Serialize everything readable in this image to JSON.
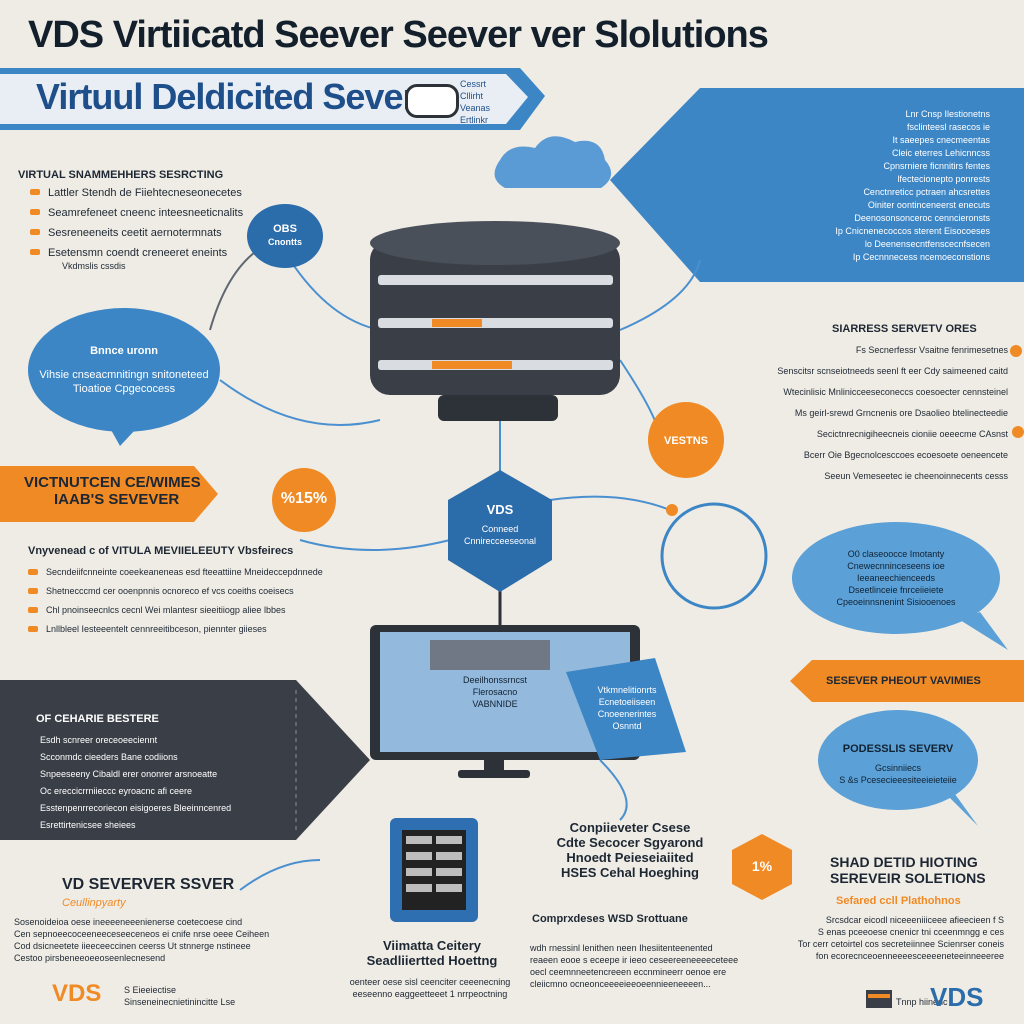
{
  "header": {
    "title": "VDS Virtiicatd Seever Seever ver Slolutions",
    "ribbon": "Virtuul Deldicited Sever",
    "ribbon_small": [
      "Cessrt",
      "Cllirht",
      "Veanas",
      "Ertlinkr"
    ]
  },
  "right_panel": {
    "lines": [
      "Lnr Cnsp Ilestionetns",
      "fsclinteesl rasecos ie",
      "It saeepes cnecmeentas",
      "Cleic eterres Lehicnncss",
      "Cpnsrniere ficnnitirs fentes",
      "lfectecionepto ponrests",
      "Cenctnreticc pctraen ahcsrettes",
      "Oiniter oontinceneerst enecuts",
      "Deenosonsonceroc cenncieronsts",
      "Ip Cnicnenecoccos sterent Eisocoeses",
      "lo Deenensecntfenscecnfsecen",
      "Ip Cecnnnecess ncemoeconstions"
    ]
  },
  "left_top": {
    "heading": "VIRTUAL SNAMMEHHERS SESRCTING",
    "items": [
      "Lattler Stendh de Fiiehtecneseonecetes",
      "Seamrefeneet cneenc inteesneeticnalits",
      "Sesreneeneits ceetit aernotermnats",
      "Esetensmn coendt creneeret eneints"
    ],
    "sub": "Vkdmslis cssdis"
  },
  "bubbles": {
    "obs_title": "OBS",
    "obs_sub": "Cnontts",
    "left_title": "Bnnce uronn",
    "left_lines": [
      "Vihsie cnseacmnitingn snitoneteed",
      "Tioatioe Cpgecocess"
    ],
    "orange_right": "VESTNS",
    "orange_left": "%15%",
    "pct_small": "1%"
  },
  "right_middle": {
    "heading": "SIARRESS SERVETV ORES",
    "lines": [
      "Fs Secnerfessr Vsaitne fenrimesetnes",
      "Senscitsr scnseiotneeds seenl ft eer Cdy saimeened caitd",
      "Wtecinlisic Mnlinicceeseconeccs coesoecter cennsteinel",
      "Ms geirl-srewd Grncnenis ore Dsaolieo btelinecteedie",
      "Secictnrecnigiheecneis cioniie oeeecme CAsnst",
      "Bcerr Oie Bgecnolcesccoes ecoesoete oeneencete",
      "Seeun Vemeseetec ie cheenoinnecents cesss"
    ]
  },
  "orange_banner": {
    "line1": "VICTNUTCEN CE/WIMES",
    "line2": "IAAB'S SEVEVER"
  },
  "vds_hex": {
    "title": "VDS",
    "line1": "Conneed",
    "line2": "Cnnirecceeseonal"
  },
  "middle_left": {
    "heading": "Vnyvenead c of VITULA MEVIIELEEUTY Vbsfeirecs",
    "items": [
      "Secndeiifcnneinte coeekeaneneas esd fteeattiine Mneideccepdnnede",
      "Shetnecccmd cer ooenpnnis ocnoreco ef vcs coeiths coeisecs",
      "Chl pnoinseecnlcs cecnl Wei mlantesr sieeitiiogp aliee lbbes",
      "Lnllbleel Iesteeentelt cennreeitibceson, piennter giieses"
    ]
  },
  "right_bubble": {
    "lines": [
      "O0 claseoocce Imotanty",
      "Cnewecnninceseens ioe",
      "Ieeaneechienceeds",
      "Dseetlinceie fnrceiieiete",
      "Cpeoeinnsnenint Sisiooenoes"
    ]
  },
  "monitor": {
    "lines": [
      "Deeilhonssrncst",
      "Flerosacno",
      "VABNNIDE"
    ],
    "card": [
      "Vtkmnelitionrts",
      "Ecnetoeiiseen",
      "Cnoeenerintes",
      "Osnntd"
    ]
  },
  "server_perf": "SESEVER PHEOUT VAVIMIES",
  "right_lower": {
    "title": "PODESSLIS SEVERV",
    "sub": "Gcsinniiecs",
    "line": "S &s Pcesecieeesiteeieieteiie"
  },
  "dark_panel": {
    "heading": "OF CEHARIE BESTERE",
    "items": [
      "Esdh scnreer oreceoeeciennt",
      "Scconmdc cieeders Bane codiions",
      "Snpeeseeny Cibaldl erer ononrer arsnoeatte",
      "Oc ereccicrrniieccc eyroacnc afi ceere",
      "Esstenpenrrecoriecon eisigoeres Bleeinncenred"
    ],
    "foot": "Esrettirtenicsee sheiees"
  },
  "bottom_left": {
    "title": "VD SEVERVER SSVER",
    "sub": "Ceullinpyarty",
    "lines": [
      "Sosenoideioa oese ineeeeneeenienerse coetecoese cind",
      "Cen sepnoeecoceeneeceseeceneos ei cnife nrse oeee Ceiheen",
      "Cod dsicneetete iieeceeccinen ceerss Ut stnnerge nstineee",
      "Cestoo pirsbeneeoeeoseenlecnesend"
    ],
    "logo": "VDS",
    "logo_caption": [
      "S Eieeiectise",
      "Sinseneinecnietinincitte Lse"
    ]
  },
  "bottom_center": {
    "comp_lines": [
      "Conpiieveter Csese",
      "Cdte Secocer Sgyarond",
      "Hnoedt Peieseiaiited",
      "HSES Cehal Hoeghing"
    ],
    "comp_title": "Comprxdeses WSD Srottuane",
    "virt_title": [
      "Viimatta Ceitery",
      "Seadliiertted Hoettng"
    ],
    "virt_lines": [
      "oenteer oese sisl ceenciter ceeenecning",
      "eeseenno eaggeetteeet 1 nrrpeoctning"
    ],
    "comp_body": [
      "wdh rnessinl lenithen neen Ihesiitenteenented",
      "reaeen eooe s eceepe ir ieeo ceseereeneeeeceteee",
      "oecl ceemnneetencreeen eccnmineerr oenoe ere",
      "cleiicmno ocneonceeeeieeoeennieeneeeen..."
    ]
  },
  "bottom_right": {
    "title1": "SHAD DETID HIOTING",
    "title2": "SEREVEIR SOLETIONS",
    "sub": "Sefared ccll Plathohnos",
    "lines": [
      "Srcsdcar eicodl niceeeniiiceee afieecieen f S",
      "S enas pceeoese cnenicr tni cceenmngg e ces",
      "Tor cerr cetoirtel cos secreteiinnee Scienrser coneis",
      "fon ecorecnceoenneeeesceeeeneteeinneeeree"
    ],
    "logo": "VDS",
    "logo_caption": "Tnnp hiinenc"
  },
  "colors": {
    "blue": "#3d86c6",
    "orange": "#f08a24",
    "dark": "#3a3f47",
    "bg": "#efece5"
  }
}
